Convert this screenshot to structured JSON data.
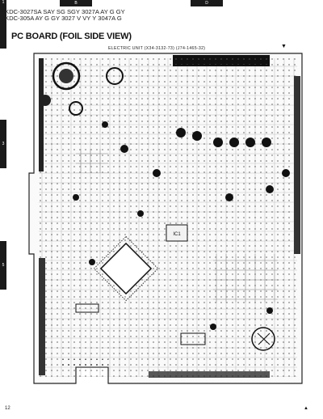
{
  "tabs": [
    "B",
    "D"
  ],
  "side_tabs": [
    "1",
    "3",
    "5"
  ],
  "header": {
    "line1": "KDC-3027SA SAY SG SGY 3027A AY G GY",
    "line2": "KDC-305A AY G GY 3027 V VY Y 3047A G"
  },
  "title": "PC BOARD (FOIL SIDE VIEW)",
  "unit_label": "ELECTRIC UNIT (X34-3132-73) (J74-1465-32)",
  "page_number": "12",
  "marker_top": "▼",
  "marker_bottom": "▲",
  "ic_label": "IC1"
}
